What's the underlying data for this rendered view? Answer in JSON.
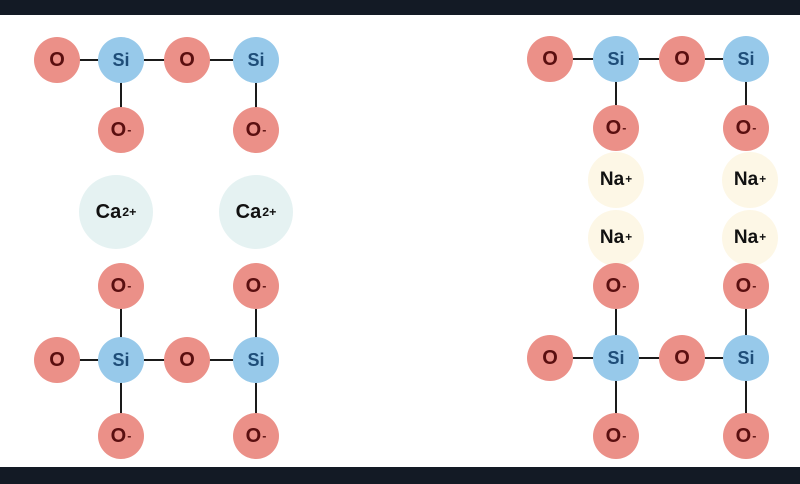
{
  "labels": {
    "oxygen": "O",
    "oxygen_ion": "O",
    "oxygen_ion_charge": "-",
    "silicon": "Si",
    "calcium": "Ca",
    "calcium_charge": "2+",
    "sodium": "Na",
    "sodium_charge": "+"
  },
  "colors": {
    "background_frame": "#131a25",
    "panel": "#ffffff",
    "oxygen": "#eb9088",
    "oxygen_text": "#5a0f10",
    "silicon": "#97c9ea",
    "silicon_text": "#1e4d78",
    "calcium": "#e5f2f2",
    "sodium": "#fdf7e6",
    "bond": "#1a1a1a"
  }
}
